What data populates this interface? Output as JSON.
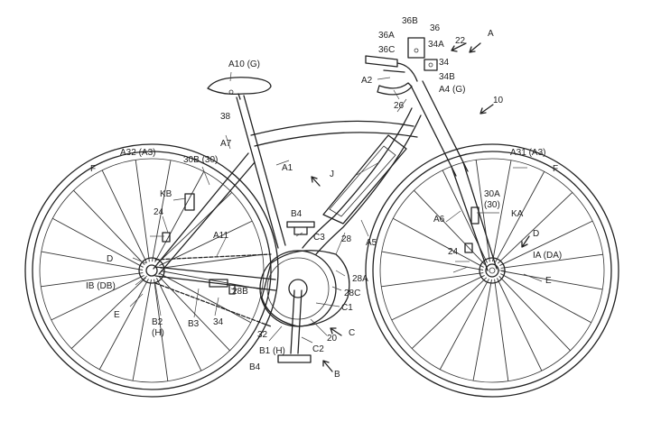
{
  "labels": {
    "a": "A",
    "b": "B",
    "c": "C",
    "d": "D",
    "e": "E",
    "f": "F",
    "j": "J",
    "ka": "KA",
    "kb": "KB",
    "n10": "10",
    "n20": "20",
    "n22": "22",
    "n24": "24",
    "n26": "26",
    "n28": "28",
    "n28a": "28A",
    "n28b": "28B",
    "n28c": "28C",
    "n30a": "30A",
    "n30": "(30)",
    "n30b": "30B (30)",
    "n32": "32",
    "n34": "34",
    "n34a": "34A",
    "n34b": "34B",
    "n36": "36",
    "n36a": "36A",
    "n36b": "36B",
    "n36c": "36C",
    "n38": "38",
    "a1": "A1",
    "a2": "A2",
    "a4": "A4 (G)",
    "a5": "A5",
    "a6": "A6",
    "a7": "A7",
    "a10": "A10 (G)",
    "a11": "A11",
    "a31": "A31 (A3)",
    "a32": "A32 (A3)",
    "b1": "B1 (H)",
    "b2": "B2",
    "b2h": "(H)",
    "b3": "B3",
    "b4": "B4",
    "c1": "C1",
    "c2": "C2",
    "c3": "C3",
    "ia": "IA (DA)",
    "ib": "IB (DB)"
  }
}
